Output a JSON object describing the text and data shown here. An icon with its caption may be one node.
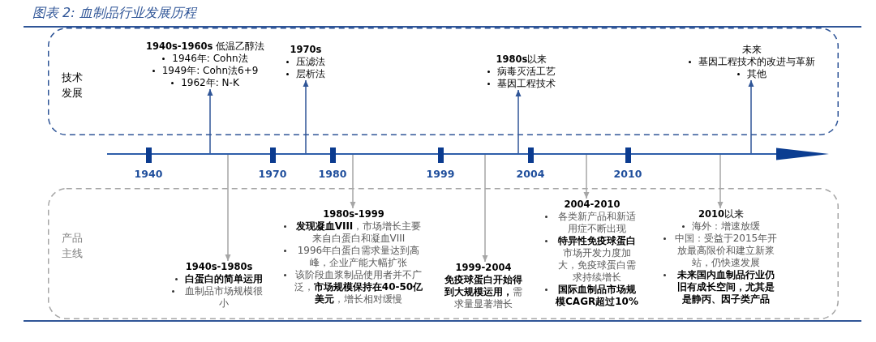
{
  "diagram": {
    "title": "图表 2: 血制品行业发展历程",
    "nodes": [
      {
        "text": [
          "技术发展"
        ]
      },
      {
        "text": [
          "**1940s-1960s** 低温乙醇法",
          "1946年: Cohn法",
          "1949年: Cohn法6+9",
          "1962年: N-K"
        ],
        "in": 0
      },
      {
        "text": [
          "1970s",
          "压滤法",
          "层析法"
        ],
        "in": 0
      },
      {
        "text": [
          "**1980s**以来",
          "病毒灭活工艺",
          "基因工程技术"
        ],
        "in": 0
      },
      {
        "text": [
          "未来",
          "基因工程技术的改进与革新",
          "其他"
        ],
        "in": 0
      },
      {
        "text": [
          "产品主线"
        ]
      },
      {
        "text": [
          "1940s-1980s",
          "白蛋白的简单运用",
          "血制品市场规模很小"
        ],
        "in": 5
      },
      {
        "text": [
          "1980s-1999",
          "**发现凝血VIII**，市场增长主要来自白蛋白和凝血VIII",
          "1996年白蛋白需求量达到高峰，企业产能大幅扩张",
          "该阶段血浆制品使用者并不广泛，**市场规模保持在40-50亿美元**，增长相对缓慢"
        ],
        "in": 5
      },
      {
        "text": [
          "1999-2004",
          "**免疫球蛋白开始得到大规模运用，**需求量显著增长"
        ],
        "in": 5
      },
      {
        "text": [
          "2004-2010",
          "各类新产品和新适用症不断出现",
          "**特异性免疫球蛋白**市场开发力度加大，免疫球蛋白需求持续增长",
          "国际血制品市场规模CAGR超过10%"
        ],
        "in": 5
      },
      {
        "text": [
          "**2010**以来",
          "海外：增速放缓",
          "中国：受益于2015年开放最高限价和建立新浆站，仍快速发展",
          "未来国内血制品行业仍旧有成长空间，尤其是是静丙、因子类产品"
        ],
        "in": 5
      }
    ],
    "edges": [
      {
        "from": null,
        "to": 1,
        "arrow": "to",
        "color": "#2f5597"
      },
      {
        "from": null,
        "to": 2,
        "arrow": "to",
        "color": "#2f5597"
      },
      {
        "from": null,
        "to": 3,
        "arrow": "to",
        "color": "#2f5597"
      },
      {
        "from": null,
        "to": 4,
        "arrow": "to",
        "color": "#2f5597"
      },
      {
        "from": null,
        "to": 6,
        "arrow": "to"
      },
      {
        "from": null,
        "to": 7,
        "arrow": "to"
      },
      {
        "from": null,
        "to": 8,
        "arrow": "to"
      },
      {
        "from": null,
        "to": 9,
        "arrow": "to"
      },
      {
        "from": null,
        "to": 10,
        "arrow": "to"
      }
    ],
    "labels": [
      "1940",
      "1970",
      "1980",
      "1999",
      "2004",
      "2010"
    ]
  }
}
